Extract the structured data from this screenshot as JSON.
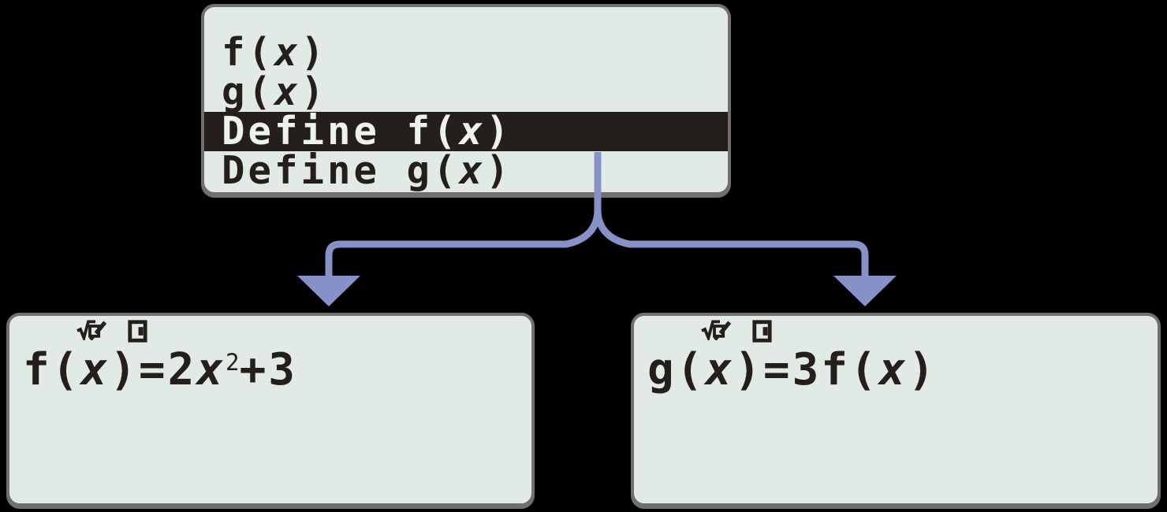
{
  "palette": {
    "background": "#000000",
    "screen_bg": "#e2eae6",
    "screen_border": "#6f6f6f",
    "ink": "#241e1c",
    "highlight_bg": "#241e1c",
    "highlight_text": "#edf2ed",
    "arrow": "#8591c7"
  },
  "menu_screen": {
    "items": [
      {
        "pre": "f(",
        "var": "x",
        "post": ")",
        "selected": false
      },
      {
        "pre": "g(",
        "var": "x",
        "post": ")",
        "selected": false
      },
      {
        "pre": "Define f(",
        "var": "x",
        "post": ")",
        "selected": true
      },
      {
        "pre": "Define g(",
        "var": "x",
        "post": ")",
        "selected": false
      }
    ]
  },
  "define_f_screen": {
    "status_icons": [
      "natural-display-mode-icon",
      "battery-level-icon"
    ],
    "expression": {
      "pre": "f(",
      "var1": "x",
      "mid": ")=2",
      "var2": "x",
      "sup": "2",
      "tail": "+3"
    }
  },
  "define_g_screen": {
    "status_icons": [
      "natural-display-mode-icon",
      "battery-level-icon"
    ],
    "expression": {
      "pre": "g(",
      "var1": "x",
      "mid": ")=3f(",
      "var2": "x",
      "tail": ")"
    }
  }
}
